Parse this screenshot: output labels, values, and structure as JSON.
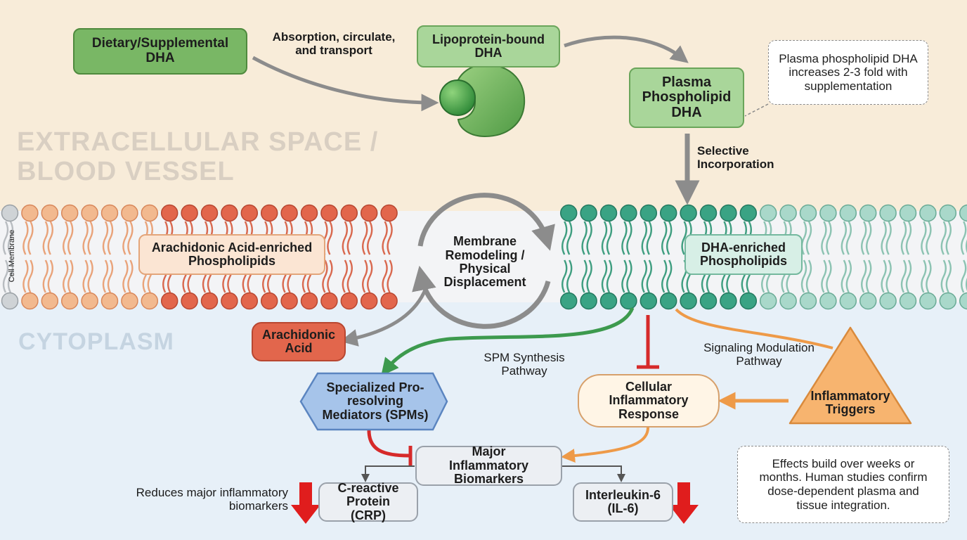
{
  "regions": {
    "extracellular_line1": "EXTRACELLULAR SPACE /",
    "extracellular_line2": "BLOOD VESSEL",
    "cytoplasm": "CYTOPLASM",
    "membrane": "Cell Membrane"
  },
  "nodes": {
    "dietary_dha": "Dietary/Supplemental DHA",
    "lipoprotein_dha": "Lipoprotein-bound DHA",
    "plasma_dha": "Plasma Phospholipid DHA",
    "aa_phospholipids": "Arachidonic Acid-enriched Phospholipids",
    "dha_phospholipids": "DHA-enriched Phospholipids",
    "remodeling": "Membrane Remodeling / Physical Displacement",
    "arachidonic_acid": "Arachidonic Acid",
    "spm": "Specialized Pro-resolving Mediators (SPMs)",
    "cellular_response": "Cellular Inflammatory Response",
    "triggers": "Inflammatory Triggers",
    "major_biomarkers": "Major Inflammatory Biomarkers",
    "crp": "C-reactive Protein (CRP)",
    "il6": "Interleukin-6 (IL-6)"
  },
  "labels": {
    "absorption": "Absorption, circulate, and transport",
    "selective": "Selective Incorporation",
    "spm_pathway": "SPM Synthesis Pathway",
    "signaling": "Signaling Modulation Pathway",
    "reduces": "Reduces major inflammatory biomarkers"
  },
  "notes": {
    "plasma_note": "Plasma phospholipid DHA increases 2-3 fold with supplementation",
    "effects_note": "Effects build over weeks or months. Human studies confirm dose-dependent plasma and tissue integration."
  },
  "colors": {
    "extracellular_bg": "#f8ecd9",
    "cytoplasm_bg": "#e7f0f8",
    "aa_head": "#e2664c",
    "dha_head": "#3aa384",
    "inhibit": "#d62a2a",
    "spm_arrow": "#3d9a4e",
    "signal_arrow": "#ee9a48",
    "neutral_arrow": "#8c8c8c"
  }
}
